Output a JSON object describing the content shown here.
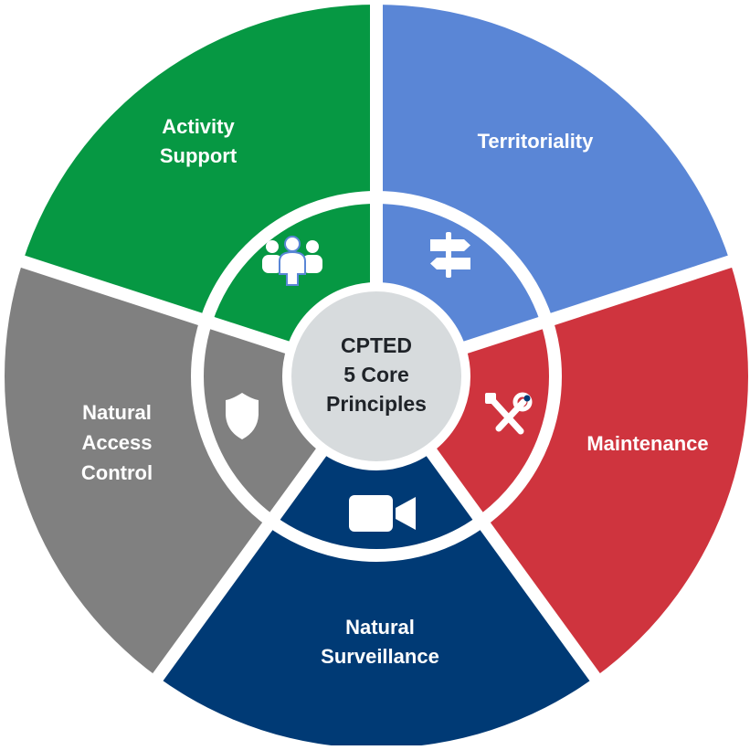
{
  "center": {
    "lines": [
      "CPTED",
      "5 Core",
      "Principles"
    ],
    "color": "#d7dbdd"
  },
  "segments": [
    {
      "id": "activity-support",
      "lines": [
        "Activity",
        "Support"
      ],
      "color": "#5a86d6",
      "icon": "people-group-icon"
    },
    {
      "id": "territoriality",
      "lines": [
        "Territoriality"
      ],
      "color": "#cf343e",
      "icon": "signpost-icon"
    },
    {
      "id": "maintenance",
      "lines": [
        "Maintenance"
      ],
      "color": "#003a75",
      "icon": "tools-icon"
    },
    {
      "id": "natural-surveillance",
      "lines": [
        "Natural",
        "Surveillance"
      ],
      "color": "#808080",
      "icon": "video-camera-icon"
    },
    {
      "id": "natural-access-control",
      "lines": [
        "Natural",
        "Access",
        "Control"
      ],
      "color": "#069843",
      "icon": "shield-icon"
    }
  ]
}
